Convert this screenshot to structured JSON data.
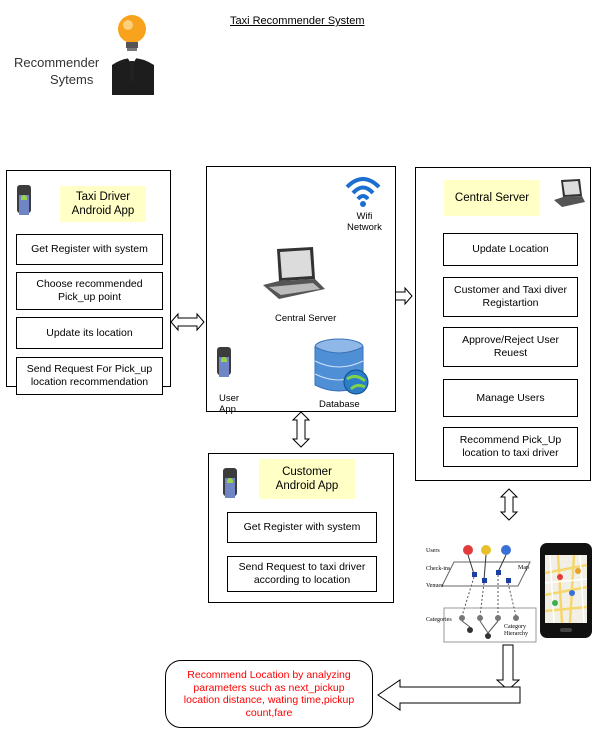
{
  "title": "Taxi Recommender System",
  "logo": {
    "line1": "Recommender",
    "line2": "Sytems",
    "icon": "person-lightbulb-icon"
  },
  "driver_app": {
    "title": "Taxi Driver\nAndroid App",
    "items": [
      "Get Register with system",
      "Choose recommended\nPick_up point",
      "Update its location",
      "Send Request For Pick_up\nlocation recommendation"
    ]
  },
  "middle": {
    "wifi": "Wifi\nNetwork",
    "server": "Central Server",
    "user_app": "User\nApp",
    "database": "Database"
  },
  "central_server": {
    "title": "Central Server",
    "items": [
      "Update Location",
      "Customer and Taxi diver\nRegistartion",
      "Approve/Reject User Reuest",
      "Manage Users",
      "Recommend Pick_Up\nlocation to taxi driver"
    ]
  },
  "customer_app": {
    "title": "Customer\nAndroid App",
    "items": [
      "Get Register with system",
      "Send Request to taxi driver\naccording to location"
    ]
  },
  "figure_labels": {
    "users": "Users",
    "checkins": "Check-ins",
    "venues": "Venues",
    "categories": "Categories",
    "map": "Map",
    "hierarchy": "Category\nHierarchy"
  },
  "recommendation": {
    "text": "Recommend Location by analyzing\nparameters such as next_pickup\nlocation distance, wating time,pickup\ncount,fare",
    "color": "#ff0000"
  }
}
